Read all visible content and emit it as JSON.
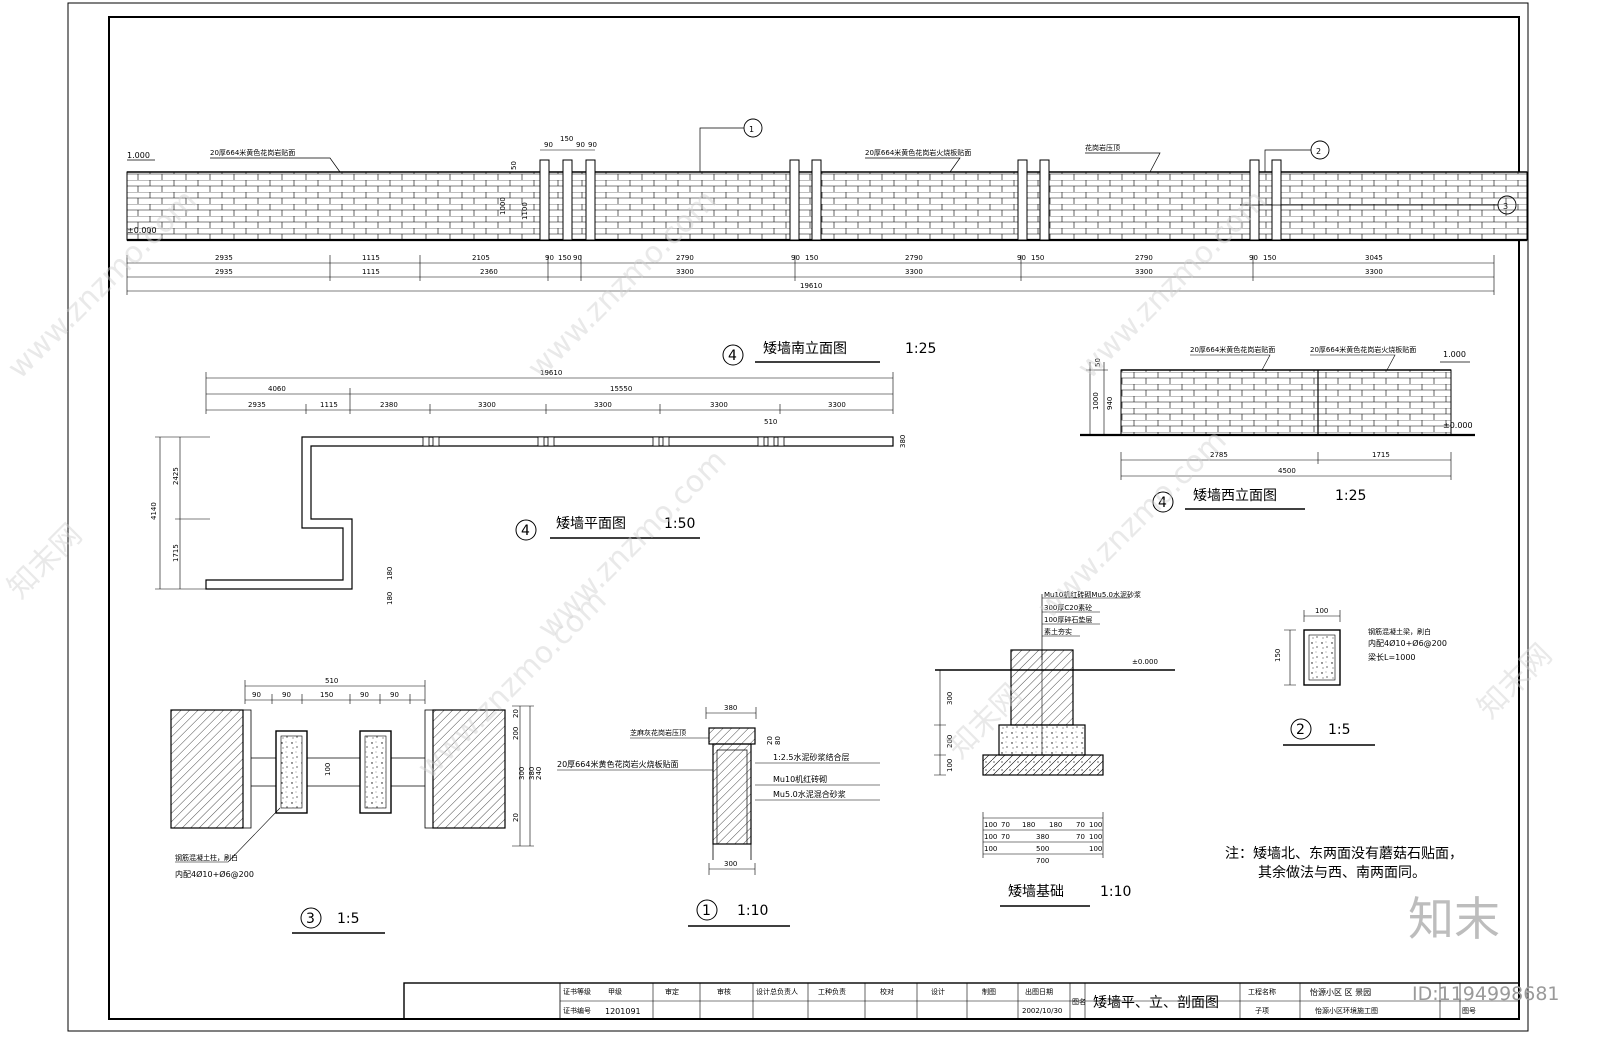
{
  "views": {
    "south_elevation": {
      "num": "4",
      "title": "矮墙南立面图",
      "scale": "1:25",
      "level_top": "1.000",
      "level_base": "±0.000",
      "note_left": "20厚664米黄色花岗岩贴面",
      "note_mid": "20厚664米黄色花岗岩火烧板贴面",
      "note_right": "花岗岩压顶",
      "dims_top": [
        "90",
        "150",
        "90",
        "90"
      ],
      "dim_heights": [
        "1000",
        "1100",
        "50"
      ],
      "dims_row1": [
        "2935",
        "1115",
        "2105",
        "90",
        "150",
        "90",
        "2790",
        "90",
        "150",
        "2790",
        "90",
        "150",
        "2790",
        "90",
        "150",
        "3045"
      ],
      "dims_row2": [
        "2935",
        "1115",
        "2360",
        "3300",
        "3300",
        "3300",
        "3300"
      ],
      "dim_total": "19610"
    },
    "plan": {
      "num": "4",
      "title": "矮墙平面图",
      "scale": "1:50",
      "dim_total": "19610",
      "dims_level2": [
        "4060",
        "15550"
      ],
      "dims_level3": [
        "2935",
        "1115",
        "2380",
        "3300",
        "3300",
        "3300",
        "3300"
      ],
      "dim_small": "510",
      "dims_left": [
        "4140",
        "2425",
        "1715"
      ],
      "dim_right": "380",
      "dims_end": [
        "180",
        "180"
      ]
    },
    "west_elevation": {
      "num": "4",
      "title": "矮墙西立面图",
      "scale": "1:25",
      "level_top": "1.000",
      "level_base": "±0.000",
      "note_left": "20厚664米黄色花岗岩贴面",
      "note_right": "20厚664米黄色花岗岩火烧板贴面",
      "dims_height": [
        "50",
        "940",
        "1000"
      ],
      "dims_bottom": [
        "2785",
        "1715"
      ],
      "dim_total": "4500"
    },
    "detail3": {
      "num": "3",
      "scale": "1:5",
      "dims_top": [
        "90",
        "90",
        "150",
        "90",
        "90"
      ],
      "dim_total": "510",
      "dim_mid": "100",
      "dims_right": [
        "20",
        "200",
        "20",
        "240",
        "300",
        "380"
      ],
      "note": "钢筋混凝土柱，刷白",
      "rebar": "内配4Ø10+Ø6@200"
    },
    "detail1": {
      "num": "1",
      "scale": "1:10",
      "dim_top": "380",
      "dim_bottom": "300",
      "dims_side": [
        "20",
        "80"
      ],
      "cap_note": "芝麻灰花岗岩压顶",
      "face_note": "20厚664米黄色花岗岩火烧板贴面",
      "mortar_note": "1:2.5水泥砂浆结合层",
      "brick_note": "Mu10机红砖砌",
      "mortar2_note": "Mu5.0水泥混合砂浆"
    },
    "foundation": {
      "title": "矮墙基础",
      "scale": "1:10",
      "labels": [
        "Mu10机红砖砌Mu5.0水泥砂浆",
        "300厚C20素砼",
        "100厚碎石垫层",
        "素土夯实"
      ],
      "level": "±0.000",
      "dims_left": [
        "300",
        "200",
        "100"
      ],
      "dims_row1": [
        "100",
        "70",
        "180",
        "180",
        "70",
        "100"
      ],
      "dims_row2": [
        "100",
        "70",
        "380",
        "70",
        "100"
      ],
      "dims_row3": [
        "100",
        "500",
        "100"
      ],
      "dim_total": "700"
    },
    "detail2": {
      "num": "2",
      "scale": "1:5",
      "dim_top": "100",
      "dim_side": "150",
      "note1": "钢筋混凝土梁，刷白",
      "note2": "内配4Ø10+Ø6@200",
      "note3": "梁长L=1000"
    }
  },
  "note": {
    "line1": "注：矮墙北、东两面没有蘑菇石贴面，",
    "line2": "其余做法与西、南两面同。"
  },
  "title_block": {
    "cert_label": "证书等级",
    "cert_grade": "甲级",
    "cert_no_label": "证书编号",
    "cert_no": "1201091",
    "headers": [
      "审定",
      "审核",
      "设计总负责人",
      "工种负责",
      "校对",
      "设计",
      "制图"
    ],
    "date_label": "出图日期",
    "date": "2002/10/30",
    "drawing_label": "图名",
    "drawing_name": "矮墙平、立、剖面图",
    "project_label": "工程名称",
    "project": "怡源小区 区 景园",
    "sub_label": "子项",
    "sub": "怡源小区环境施工图",
    "sheet_label": "图号"
  },
  "watermark": {
    "site": "www.znzmo.com",
    "brand": "知末网",
    "logo": "知末",
    "id_text": "ID:1194998681"
  }
}
